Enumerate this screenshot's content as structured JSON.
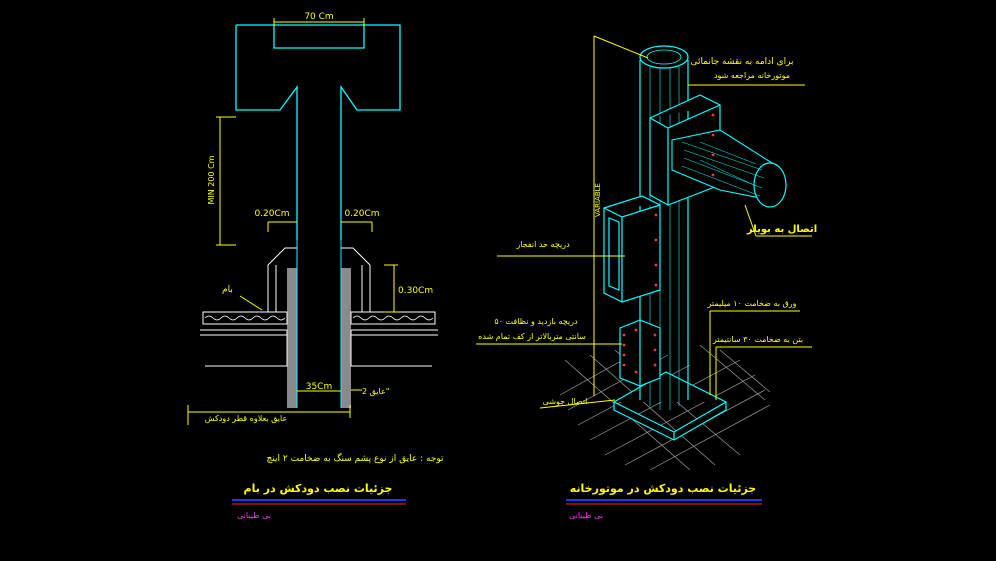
{
  "colors": {
    "background": "#000000",
    "outline": "#00ffff",
    "dimension": "#ffff00",
    "text": "#ffff00",
    "underline_blue": "#2233ff",
    "underline_red": "#ff2222",
    "author": "#ff33ff",
    "grid": "#c8c8c8",
    "fill": "#8a8a8a",
    "bolts": "#ff3333"
  },
  "left": {
    "dim_top": "70 Cm",
    "dim_min": "MIN 200 Cm",
    "dim_left_gap": "0.20Cm",
    "dim_right_gap": "0.20Cm",
    "dim_height": "0.30Cm",
    "label_roof": "بام",
    "dim_pipe": "35Cm",
    "label_insulation": "عایق 2\"",
    "label_insulation_pipe": "عایق بعلاوه قطر دودکش",
    "note": "توجه : عایق از نوع پشم سنگ به ضخامت ۲ اینچ",
    "title": "جزئیات نصب دودکش در بام",
    "author": "بی طیبانی"
  },
  "right": {
    "label_vertical": "VARIABLE",
    "label_continue_1": "برای ادامه به نقشه جانمائی",
    "label_continue_2": "موتورخانه مراجعه شود",
    "label_boiler": "اتصال به بویلر",
    "label_explosion": "دریچه حد انفجار",
    "label_inspect_1": "دریچه بازدید و نظافت ۵۰",
    "label_inspect_2": "سانتی متربالاتر از کف تمام شده",
    "label_plate": "ورق به ضخامت ۱۰ میلیمتر",
    "label_concrete": "بتن به ضخامت ۳۰ سانتیمتر",
    "label_weld": "اتصال جوشی",
    "title": "جزئیات نصب دودکش در موتورخانه",
    "author": "بی طیبانی"
  }
}
